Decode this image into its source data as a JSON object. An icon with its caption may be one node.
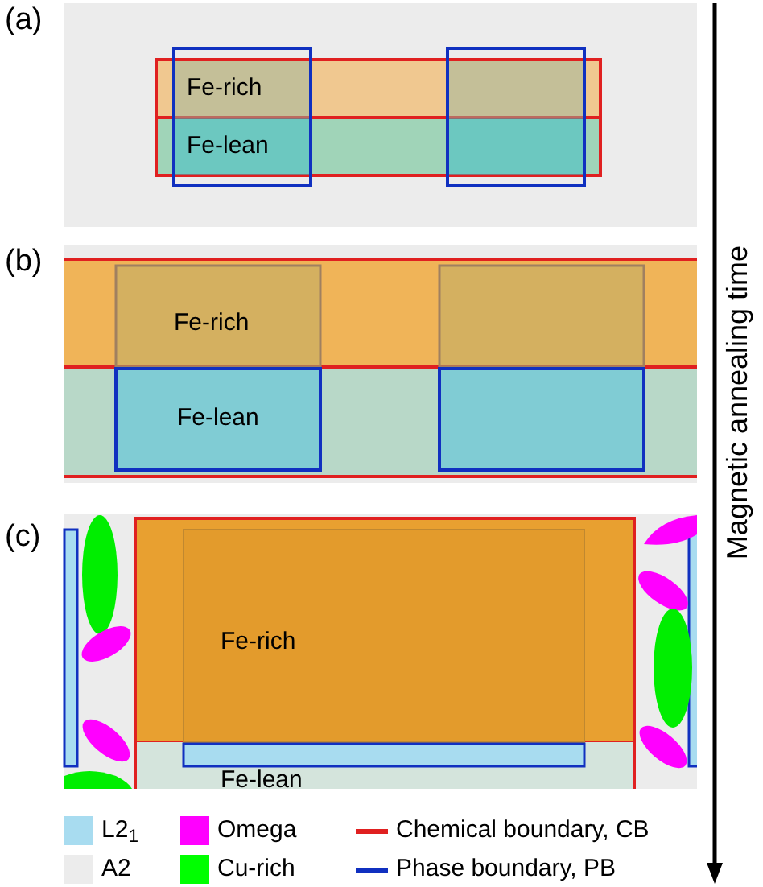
{
  "diagram": {
    "nodes": [
      {
        "text": [
          "Fe-rich"
        ]
      },
      {
        "text": [
          "Fe-lean"
        ]
      },
      {
        "text": [
          "Fe-rich"
        ]
      },
      {
        "text": [
          "Fe-lean"
        ]
      },
      {
        "text": [
          "Fe-rich"
        ]
      },
      {
        "text": [
          "Fe-lean"
        ]
      }
    ],
    "labels": [
      "(a)",
      "(b)",
      "(c)",
      "Magnetic annealing time"
    ],
    "legend": [
      {
        "text": "L2$_{1}$",
        "color": "#a8dcf0"
      },
      {
        "text": "A2",
        "color": "#ececec"
      },
      {
        "text": "Omega",
        "color": "#ff00ff"
      },
      {
        "text": "Cu-rich",
        "color": "#00ff00"
      },
      {
        "text": "Chemical boundary, CB"
      },
      {
        "text": "Phase boundary, PB"
      }
    ]
  }
}
